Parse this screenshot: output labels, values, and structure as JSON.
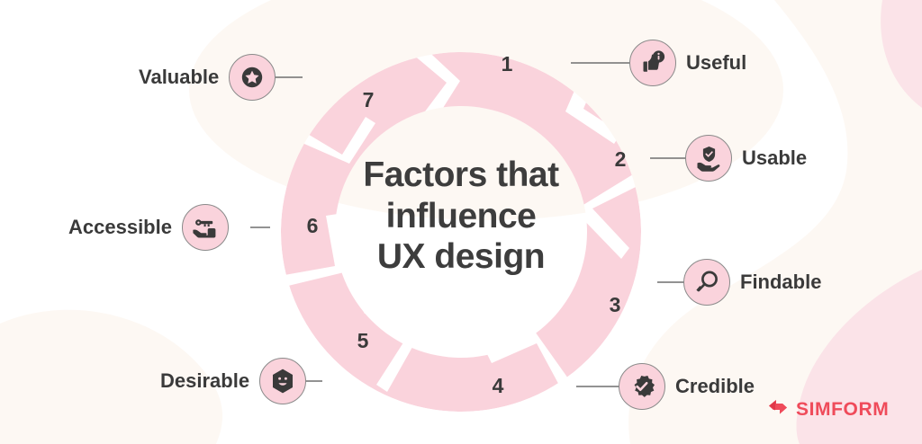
{
  "theme": {
    "page_bg": "#ffffff",
    "blob_cream": "#fdf8f3",
    "blob_pink": "#fbe3e8",
    "ring_pink": "#fad3dc",
    "ring_gap": "#ffffff",
    "text_dark": "#3a3a3a",
    "connector_gray": "#6f6f6f",
    "icon_circle_fill": "#fad3dc",
    "icon_circle_border": "#8a8a8a",
    "brand_red": "#ef4b5a"
  },
  "center": {
    "line1": "Factors that",
    "line2": "influence",
    "line3": "UX design"
  },
  "ring": {
    "segment_count": 7,
    "numbers": [
      "1",
      "2",
      "3",
      "4",
      "5",
      "6",
      "7"
    ]
  },
  "nodes": [
    {
      "number": "1",
      "label": "Useful",
      "icon": "thumbs-up-info-icon",
      "side": "right"
    },
    {
      "number": "2",
      "label": "Usable",
      "icon": "hand-shield-check-icon",
      "side": "right"
    },
    {
      "number": "3",
      "label": "Findable",
      "icon": "magnifier-icon",
      "side": "right"
    },
    {
      "number": "4",
      "label": "Credible",
      "icon": "verified-badge-icon",
      "side": "right"
    },
    {
      "number": "5",
      "label": "Desirable",
      "icon": "hexagon-smiley-icon",
      "side": "left"
    },
    {
      "number": "6",
      "label": "Accessible",
      "icon": "hand-key-icon",
      "side": "left"
    },
    {
      "number": "7",
      "label": "Valuable",
      "icon": "star-badge-icon",
      "side": "left"
    }
  ],
  "logo": {
    "name": "SIMFORM",
    "mark": "simform-arrow-mark"
  }
}
